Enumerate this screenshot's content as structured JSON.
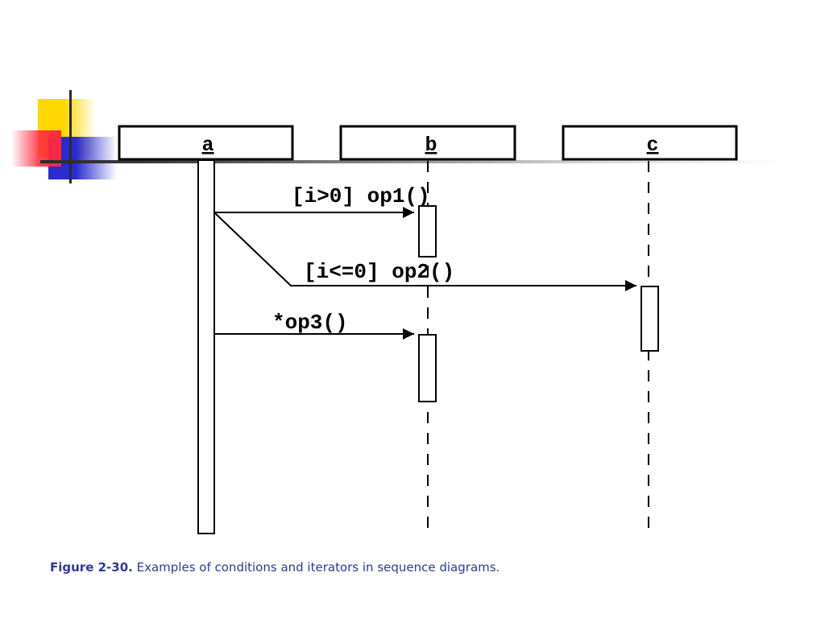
{
  "lifelines": [
    {
      "name": "a"
    },
    {
      "name": "b"
    },
    {
      "name": "c"
    }
  ],
  "messages": [
    {
      "label": "[i>0] op1()",
      "from": "a",
      "to": "b"
    },
    {
      "label": "[i<=0] op2()",
      "from": "a",
      "to": "c"
    },
    {
      "label": "*op3()",
      "from": "a",
      "to": "b"
    }
  ],
  "caption": {
    "label": "Figure 2-30.",
    "text": "Examples of conditions and iterators in sequence diagrams."
  },
  "colors": {
    "caption": "#2b3a9e",
    "deco_yellow": "#ffd800",
    "deco_blue": "#2a2ad0",
    "deco_red": "#ff2a3c"
  }
}
